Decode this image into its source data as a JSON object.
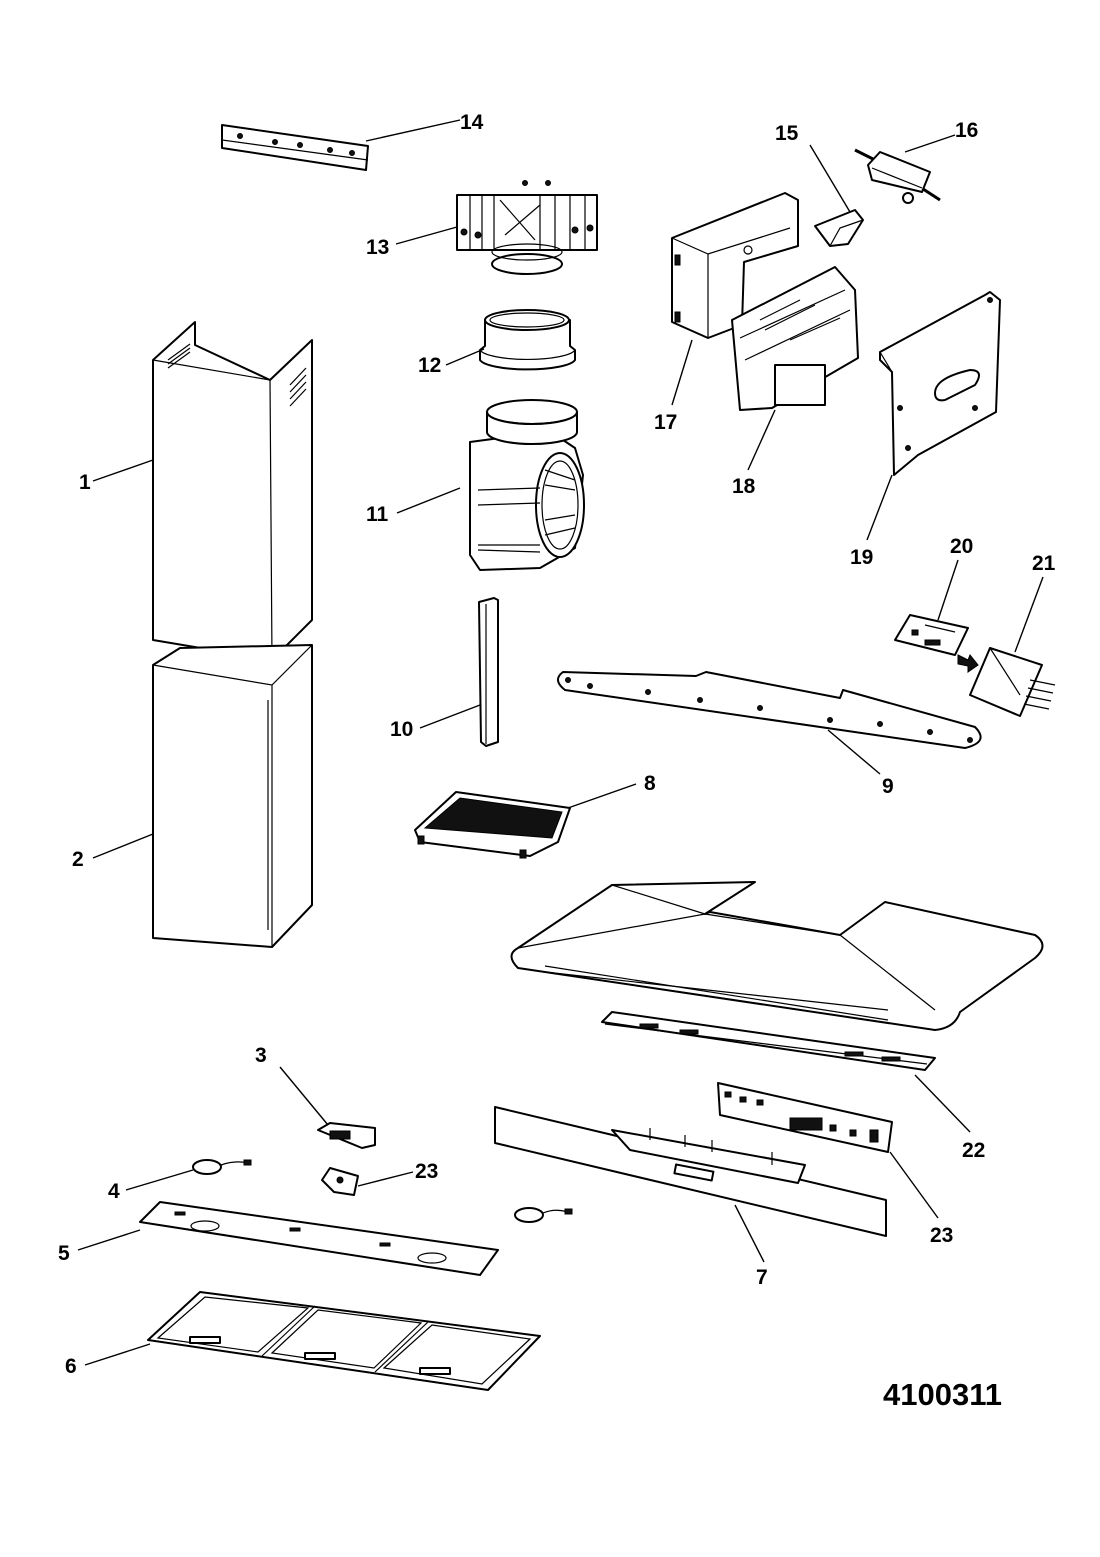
{
  "diagram_number": "4100311",
  "callouts": {
    "c1": "1",
    "c2": "2",
    "c3": "3",
    "c4": "4",
    "c5": "5",
    "c6": "6",
    "c7": "7",
    "c8": "8",
    "c9": "9",
    "c10": "10",
    "c11": "11",
    "c12": "12",
    "c13": "13",
    "c14": "14",
    "c15": "15",
    "c16": "16",
    "c17": "17",
    "c18": "18",
    "c19": "19",
    "c20": "20",
    "c21": "21",
    "c22": "22",
    "c23a": "23",
    "c23b": "23"
  }
}
